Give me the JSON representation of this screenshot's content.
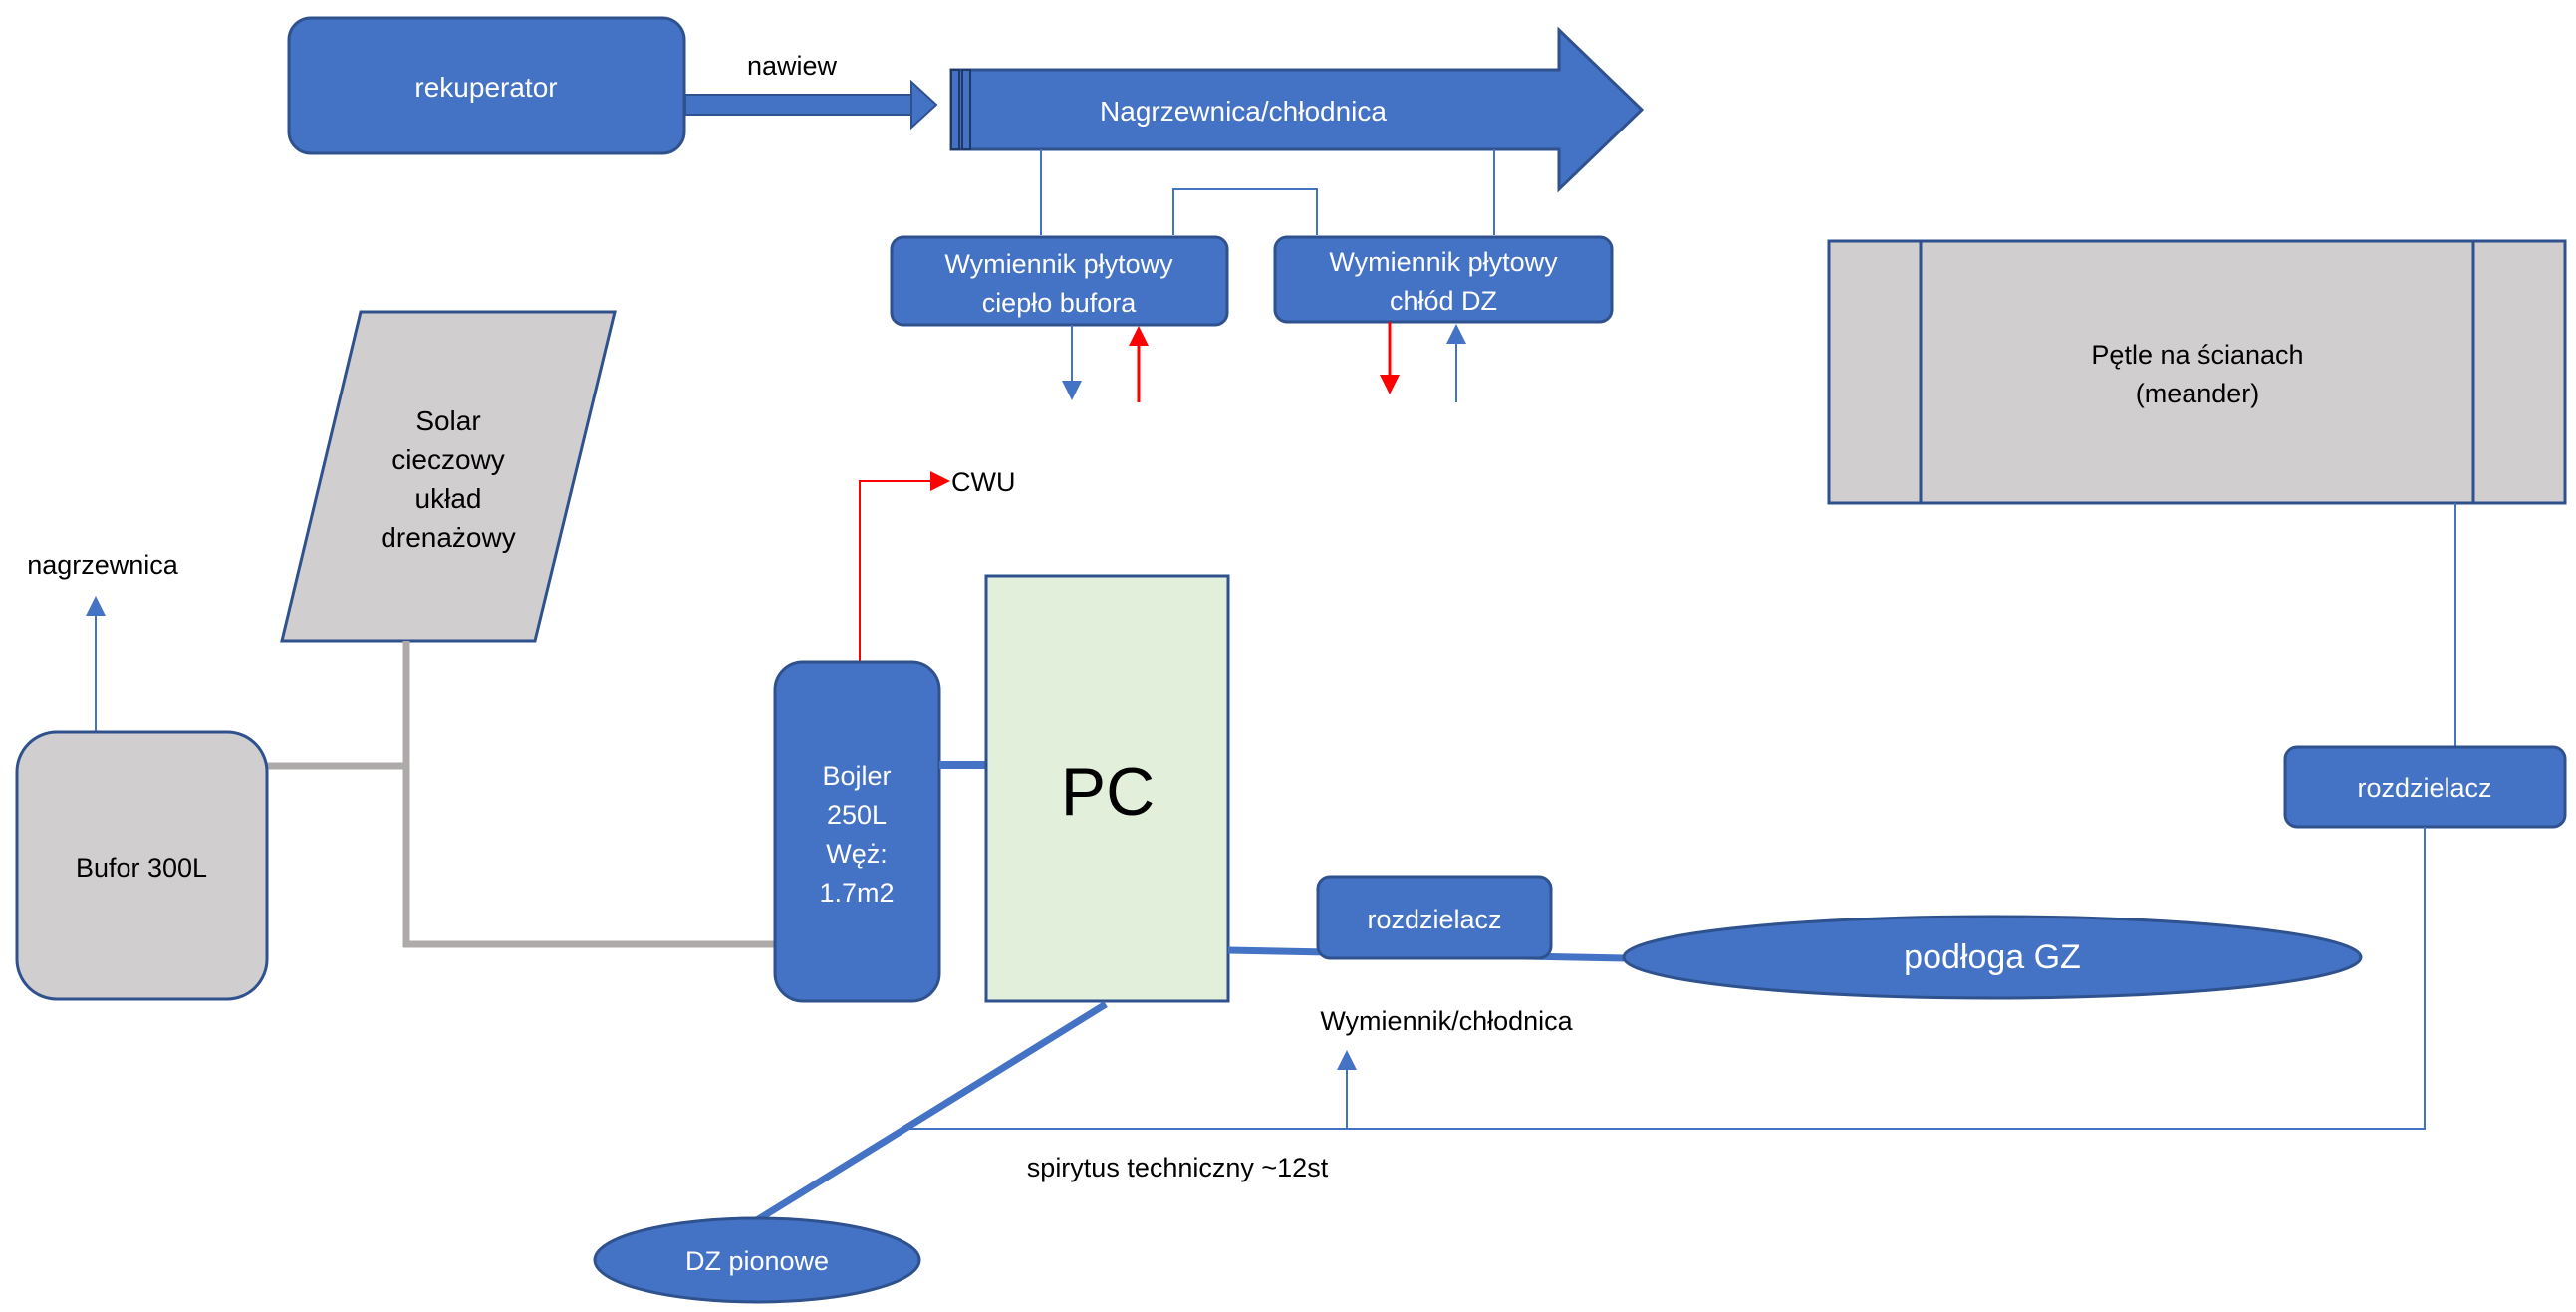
{
  "diagram": {
    "rekuperator": "rekuperator",
    "nawiew": "nawiew",
    "nagrzewnica_chlodnica": "Nagrzewnica/chłodnica",
    "wymiennik_cieplo": [
      "Wymiennik płytowy",
      "ciepło bufora"
    ],
    "wymiennik_chlod": [
      "Wymiennik płytowy",
      "chłód DZ"
    ],
    "solar": [
      "Solar",
      "cieczowy",
      "układ",
      "drenażowy"
    ],
    "cwu": "CWU",
    "nagrzewnica": "nagrzewnica",
    "bufor": "Bufor 300L",
    "bojler": [
      "Bojler",
      "250L",
      "Węż:",
      "1.7m2"
    ],
    "pc": "PC",
    "rozdzielacz_floor": "rozdzielacz",
    "podloga": "podłoga GZ",
    "petle": [
      "Pętle na ścianach",
      "(meander)"
    ],
    "rozdzielacz_wall": "rozdzielacz",
    "wymiennik_chlodnica": "Wymiennik/chłodnica",
    "spirytus": "spirytus techniczny ~12st",
    "dz_pionowe": "DZ pionowe"
  },
  "colors": {
    "box_fill": "#4472C4",
    "box_stroke": "#2F528F",
    "gray_fill": "#D0CECE",
    "gray_pipe": "#AEAAAA",
    "green_fill": "#E2EFDA",
    "line_blue": "#4472C4",
    "arrow_red": "#FF0000"
  }
}
